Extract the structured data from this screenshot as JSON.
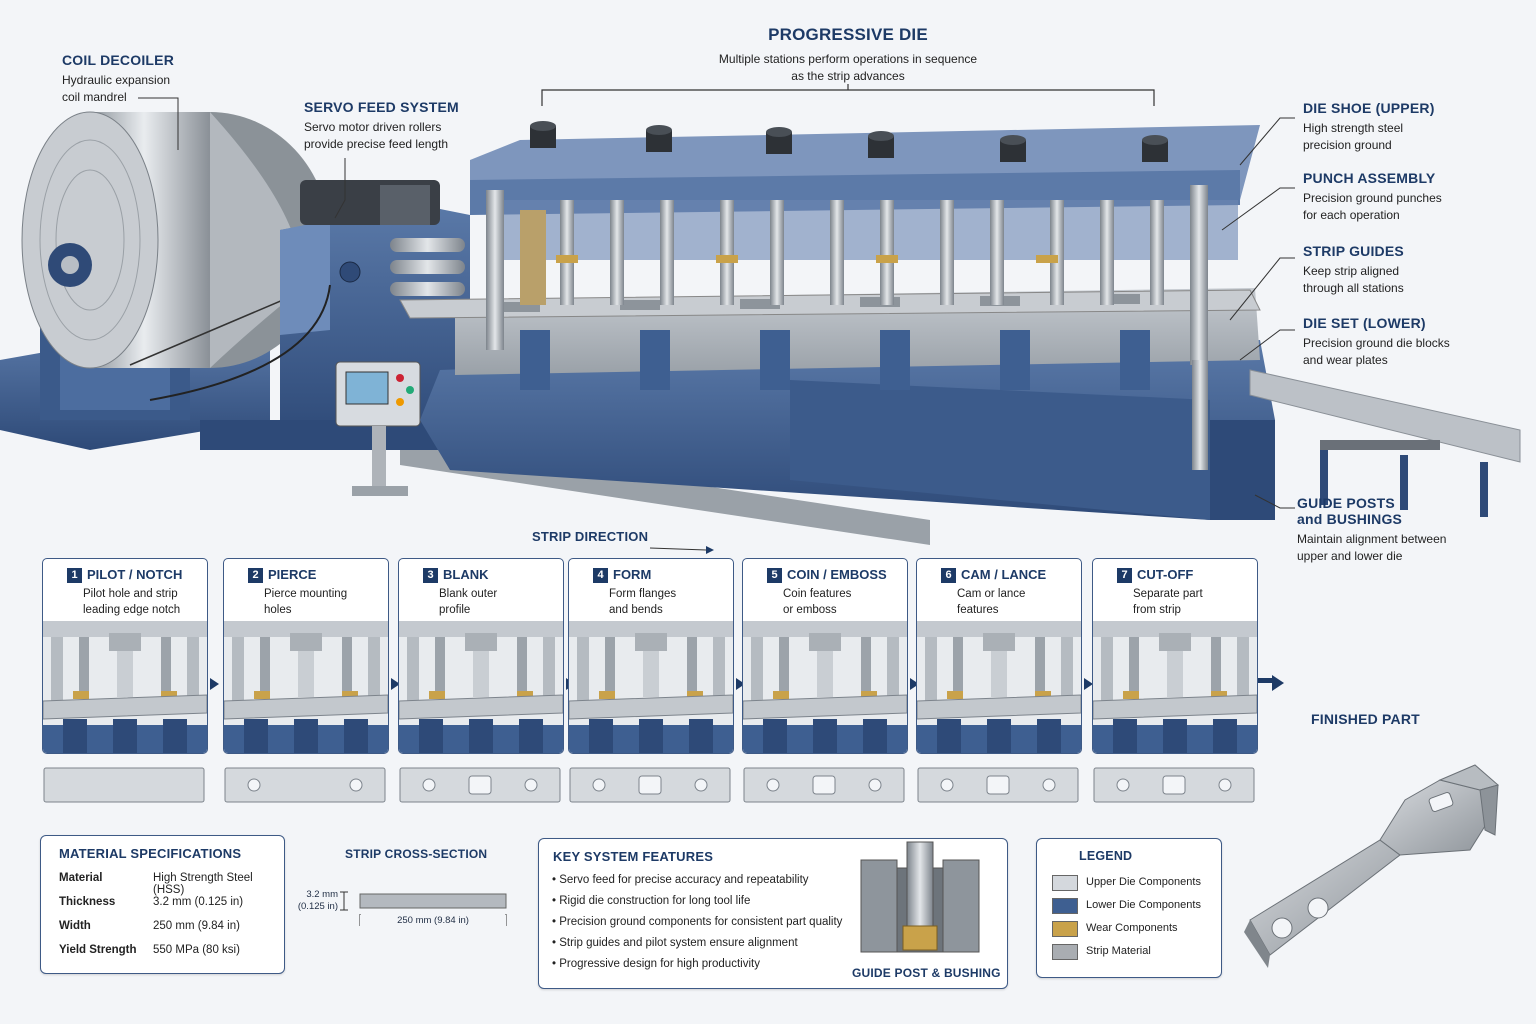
{
  "callouts": {
    "coil_decoiler": {
      "title": "COIL DECOILER",
      "desc": [
        "Hydraulic expansion",
        "coil mandrel"
      ]
    },
    "servo_feed": {
      "title": "SERVO FEED SYSTEM",
      "desc": [
        "Servo motor driven rollers",
        "provide precise feed length"
      ]
    },
    "progressive_die": {
      "title": "PROGRESSIVE DIE",
      "desc": [
        "Multiple stations perform operations in sequence",
        "as the strip advances"
      ]
    },
    "die_shoe": {
      "title": "DIE SHOE (UPPER)",
      "desc": [
        "High strength steel",
        "precision ground"
      ]
    },
    "punch_assembly": {
      "title": "PUNCH ASSEMBLY",
      "desc": [
        "Precision ground punches",
        "for each operation"
      ]
    },
    "strip_guides": {
      "title": "STRIP GUIDES",
      "desc": [
        "Keep strip aligned",
        "through all stations"
      ]
    },
    "die_set": {
      "title": "DIE SET (LOWER)",
      "desc": [
        "Precision ground die blocks",
        "and wear plates"
      ]
    },
    "guide_posts": {
      "title": [
        "GUIDE POSTS",
        "and BUSHINGS"
      ],
      "desc": [
        "Maintain alignment between",
        "upper and lower die"
      ]
    }
  },
  "strip_direction": "STRIP DIRECTION",
  "stages": [
    {
      "num": "1",
      "title": "PILOT / NOTCH",
      "desc": [
        "Pilot hole and strip",
        "leading edge notch"
      ]
    },
    {
      "num": "2",
      "title": "PIERCE",
      "desc": [
        "Pierce mounting",
        "holes"
      ]
    },
    {
      "num": "3",
      "title": "BLANK",
      "desc": [
        "Blank outer",
        "profile"
      ]
    },
    {
      "num": "4",
      "title": "FORM",
      "desc": [
        "Form flanges",
        "and bends"
      ]
    },
    {
      "num": "5",
      "title": "COIN / EMBOSS",
      "desc": [
        "Coin features",
        "or emboss"
      ]
    },
    {
      "num": "6",
      "title": "CAM / LANCE",
      "desc": [
        "Cam or lance",
        "features"
      ]
    },
    {
      "num": "7",
      "title": "CUT-OFF",
      "desc": [
        "Separate part",
        "from strip"
      ]
    }
  ],
  "finished_part": "FINISHED PART",
  "material_specs": {
    "title": "MATERIAL  SPECIFICATIONS",
    "rows": [
      {
        "label": "Material",
        "value": "High Strength Steel (HSS)"
      },
      {
        "label": "Thickness",
        "value": "3.2 mm (0.125 in)"
      },
      {
        "label": "Width",
        "value": "250 mm (9.84 in)"
      },
      {
        "label": "Yield Strength",
        "value": "550 MPa (80 ksi)"
      }
    ]
  },
  "cross_section": {
    "title": "STRIP CROSS-SECTION",
    "thickness": [
      "3.2 mm",
      "(0.125 in)"
    ],
    "width": "250 mm (9.84 in)"
  },
  "key_features": {
    "title": "KEY SYSTEM FEATURES",
    "items": [
      "Servo feed for precise accuracy and repeatability",
      "Rigid die construction for long tool life",
      "Precision ground components for consistent part quality",
      "Strip guides and pilot system ensure alignment",
      "Progressive design for high productivity"
    ],
    "inset_label": "GUIDE POST & BUSHING"
  },
  "legend": {
    "title": "LEGEND",
    "items": [
      {
        "label": "Upper Die Components",
        "color": "#d4d8dd"
      },
      {
        "label": "Lower Die Components",
        "color": "#3e5f91"
      },
      {
        "label": "Wear Components",
        "color": "#c9a24a"
      },
      {
        "label": "Strip Material",
        "color": "#a9adb2"
      }
    ]
  }
}
